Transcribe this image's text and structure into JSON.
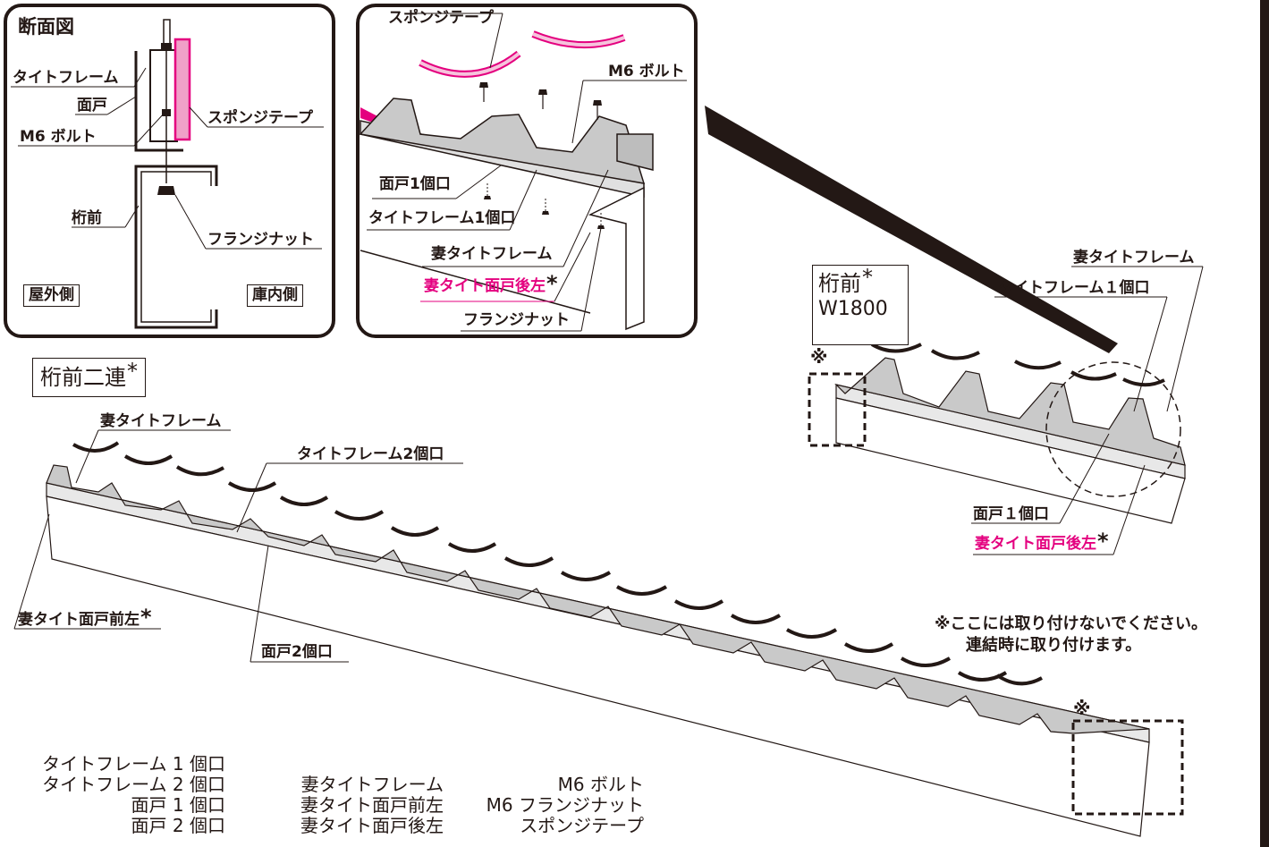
{
  "section_view": {
    "title": "断面図",
    "labels": {
      "tight_frame": "タイトフレーム",
      "mendo": "面戸",
      "bolt": "M6 ボルト",
      "sponge": "スポンジテープ",
      "ketamae": "桁前",
      "flange_nut": "フランジナット",
      "outside": "屋外側",
      "inside": "庫内側"
    }
  },
  "detail_view": {
    "labels": {
      "sponge": "スポンジテープ",
      "bolt": "M6 ボルト",
      "mendo1": "面戸1個口",
      "tight_frame1": "タイトフレーム1個口",
      "tsuma_frame": "妻タイトフレーム",
      "tsuma_mendo_rear_left": "妻タイト面戸後左",
      "flange_nut": "フランジナット"
    },
    "asterisk": "*"
  },
  "w1800": {
    "title": "桁前",
    "subtitle": "W1800",
    "asterisk": "*",
    "mark": "※",
    "labels": {
      "tsuma_frame": "妻タイトフレーム",
      "tight_frame1": "タイトフレーム１個口",
      "mendo1": "面戸１個口",
      "tsuma_mendo_rear_left": "妻タイト面戸後左"
    }
  },
  "double": {
    "title": "桁前二連",
    "asterisk": "*",
    "mark": "※",
    "labels": {
      "tsuma_frame": "妻タイトフレーム",
      "tight_frame2": "タイトフレーム2個口",
      "tsuma_mendo_front_left": "妻タイト面戸前左",
      "mendo2": "面戸2個口"
    }
  },
  "notice": {
    "line1": "※ここには取り付けないでください。",
    "line2": "連結時に取り付けます。"
  },
  "legend": {
    "col1": [
      "タイトフレーム 1 個口",
      "タイトフレーム 2 個口",
      "面戸 1 個口",
      "面戸 2 個口"
    ],
    "col2": [
      "妻タイトフレーム",
      "妻タイト面戸前左",
      "妻タイト面戸後左"
    ],
    "col3": [
      "M6 ボルト",
      "M6 フランジナット",
      "スポンジテープ"
    ]
  },
  "colors": {
    "accent": "#e4007f",
    "line": "#231815",
    "part_fill": "#c9c9c9",
    "pink_fill": "#f0a0c8"
  }
}
